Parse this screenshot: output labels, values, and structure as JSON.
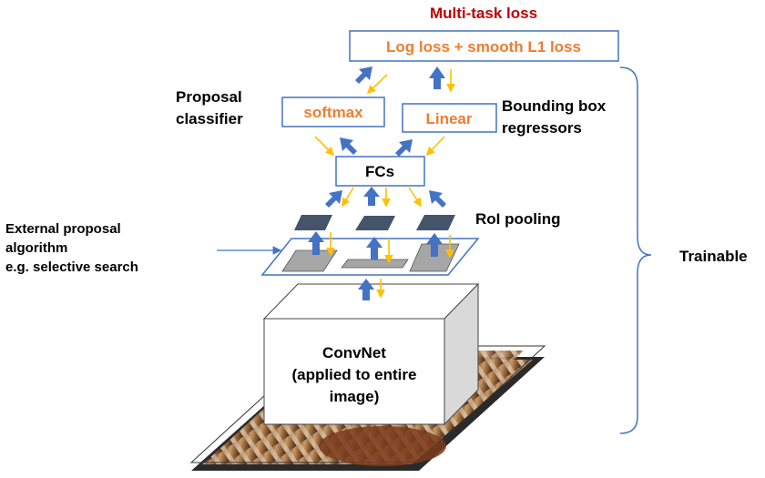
{
  "title": "Multi-task loss",
  "loss_box": "Log loss + smooth L1 loss",
  "softmax_box": "softmax",
  "linear_box": "Linear",
  "fcs_box": "FCs",
  "proposal_classifier": [
    "Proposal",
    "classifier"
  ],
  "bbox_regressors": [
    "Bounding box",
    "regressors"
  ],
  "roi_pooling": "RoI pooling",
  "external_proposal": [
    "External proposal",
    "algorithm",
    "e.g. selective search"
  ],
  "trainable": "Trainable",
  "convnet": [
    "ConvNet",
    "(applied to entire",
    "image)"
  ],
  "colors": {
    "title_red": "#c00000",
    "accent_orange": "#ed7d31",
    "box_border": "#4472c4",
    "up_arrow": "#4472c4",
    "down_arrow": "#ffc000",
    "pool_dark": "#44546a",
    "gray": "#a6a6a6"
  }
}
